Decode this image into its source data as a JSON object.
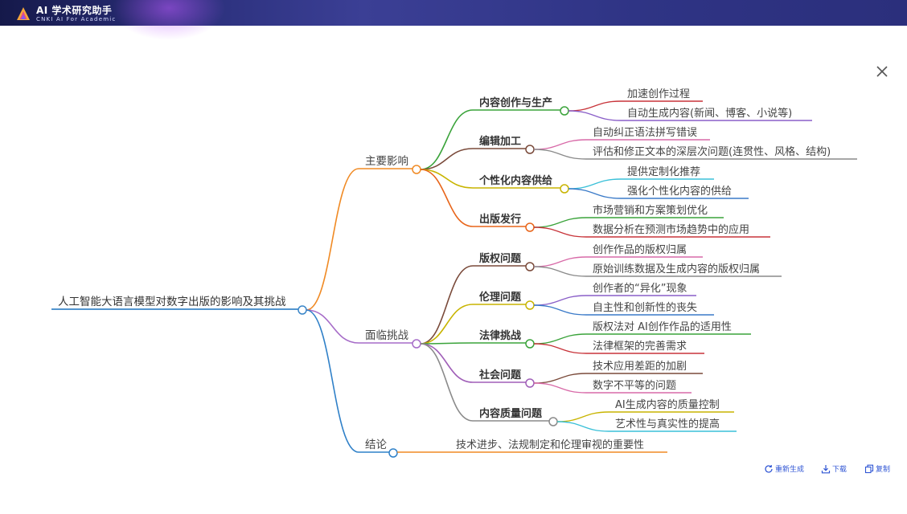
{
  "app": {
    "title": "AI 学术研究助手",
    "subtitle": "CNKI AI For Academic"
  },
  "icons": {
    "logo": "ai-logo-icon",
    "close": "close-icon",
    "regenerate": "refresh-icon",
    "download": "download-icon",
    "copy": "copy-icon"
  },
  "mindmap": {
    "root": "人工智能大语言模型对数字出版的影响及其挑战",
    "branches": [
      {
        "label": "主要影响",
        "children": [
          {
            "label": "内容创作与生产",
            "leaves": [
              "加速创作过程",
              "自动生成内容(新闻、博客、小说等)"
            ]
          },
          {
            "label": "编辑加工",
            "leaves": [
              "自动纠正语法拼写错误",
              "评估和修正文本的深层次问题(连贯性、风格、结构)"
            ]
          },
          {
            "label": "个性化内容供给",
            "leaves": [
              "提供定制化推荐",
              "强化个性化内容的供给"
            ]
          },
          {
            "label": "出版发行",
            "leaves": [
              "市场营销和方案策划优化",
              "数据分析在预测市场趋势中的应用"
            ]
          }
        ]
      },
      {
        "label": "面临挑战",
        "children": [
          {
            "label": "版权问题",
            "leaves": [
              "创作作品的版权归属",
              "原始训练数据及生成内容的版权归属"
            ]
          },
          {
            "label": "伦理问题",
            "leaves": [
              "创作者的“异化”现象",
              "自主性和创新性的丧失"
            ]
          },
          {
            "label": "法律挑战",
            "leaves": [
              "版权法对 AI创作作品的适用性",
              "法律框架的完善需求"
            ]
          },
          {
            "label": "社会问题",
            "leaves": [
              "技术应用差距的加剧",
              "数字不平等的问题"
            ]
          },
          {
            "label": "内容质量问题",
            "leaves": [
              "AI生成内容的质量控制",
              "艺术性与真实性的提高"
            ]
          }
        ]
      },
      {
        "label": "结论",
        "children": [],
        "leaf": "技术进步、法规制定和伦理审视的重要性"
      }
    ]
  },
  "actions": {
    "regenerate": "重新生成",
    "download": "下载",
    "copy": "复制"
  },
  "colors": {
    "topbar": "#2b2f7c",
    "accent": "#2f55d4",
    "root_line": "#3a86c8",
    "branch_main": "#f08a24",
    "branch_challenge": "#a66cc8",
    "branch_conclusion": "#2f80c8",
    "c_content": "#3aa33a",
    "c_edit": "#7a4a3a",
    "c_personal": "#c8b400",
    "c_publish": "#e8651a",
    "c_copyright": "#7a4a3a",
    "c_ethics": "#c8b400",
    "c_law": "#3aa33a",
    "c_social": "#a05fb8",
    "c_quality": "#8a8a8a",
    "leaf_red": "#c8343a",
    "leaf_purple": "#8a5fc8",
    "leaf_pink": "#d86aa8",
    "leaf_gray": "#8a8a8a",
    "leaf_cyan": "#3ac0d8",
    "leaf_blue": "#3a7ac8",
    "leaf_green": "#3aa33a",
    "leaf_brown": "#7a4a3a",
    "leaf_yellow": "#c8b400",
    "leaf_orange": "#e8651a"
  }
}
